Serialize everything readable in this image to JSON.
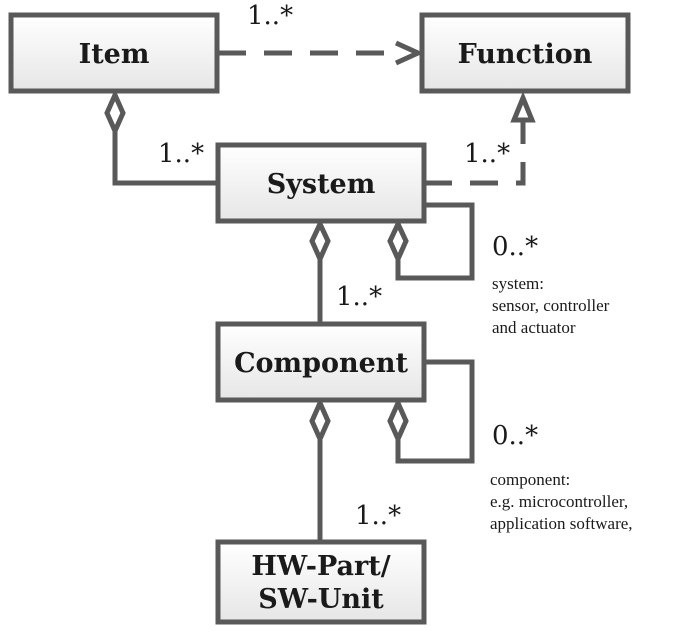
{
  "classes": {
    "item": "Item",
    "function": "Function",
    "system": "System",
    "component": "Component",
    "hw_part_line1": "HW-Part/",
    "hw_part_line2": "SW-Unit"
  },
  "multiplicities": {
    "item_function": "1..*",
    "item_system": "1..*",
    "system_function": "1..*",
    "system_self": "0..*",
    "system_component": "1..*",
    "component_self": "0..*",
    "component_hwpart": "1..*"
  },
  "notes": {
    "system_line1": "system:",
    "system_line2": "sensor, controller",
    "system_line3": "and actuator",
    "component_line1": "component:",
    "component_line2": "e.g. microcontroller,",
    "component_line3": "application software,"
  }
}
